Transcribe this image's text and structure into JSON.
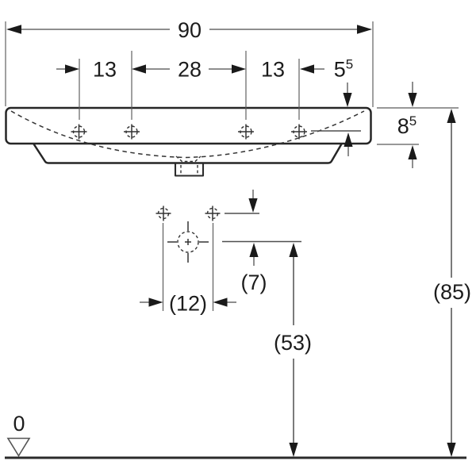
{
  "drawing": {
    "type": "technical-dimension-drawing",
    "subject": "washbasin front elevation with tap-hole and mounting dimensions",
    "units_note": "dimensions in cm as drawn",
    "colors": {
      "background": "#ffffff",
      "outline": "#262626",
      "dimension_lines": "#4a4a4a",
      "text": "#1c1c1c",
      "arrows": "#1a1a1a"
    },
    "labels": {
      "overall_width": "90",
      "spacing_left": "13",
      "spacing_center": "28",
      "spacing_right": "13",
      "hole_depth_main": "5",
      "hole_depth_sup": "5",
      "rim_thickness_main": "8",
      "rim_thickness_sup": "5",
      "overflow_drop": "(7)",
      "fixing_hole_spacing": "(12)",
      "overflow_height": "(53)",
      "rim_height": "(85)",
      "datum_zero": "0"
    }
  }
}
